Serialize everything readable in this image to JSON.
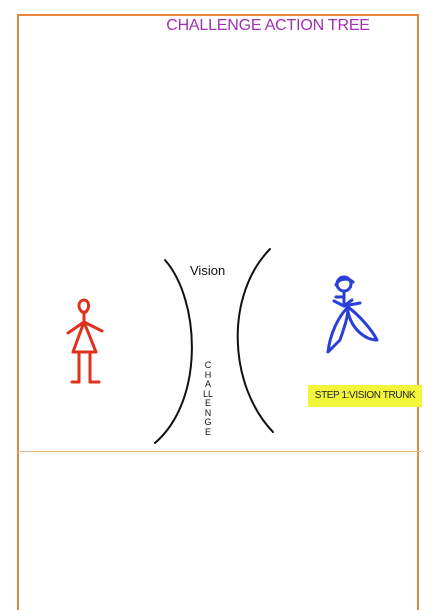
{
  "title": "CHALLENGE ACTION TREE",
  "trunk": {
    "top_label": "Vision",
    "vertical_label": "CHALLENGE"
  },
  "badge": {
    "text": "STEP 1:VISION TRUNK",
    "color": "#f3f53a"
  },
  "figures": {
    "left_figure": {
      "color": "#e0301e"
    },
    "right_figure": {
      "color": "#2a3fd8"
    }
  },
  "frame_color": "#e8873a",
  "title_color": "#a030b0"
}
